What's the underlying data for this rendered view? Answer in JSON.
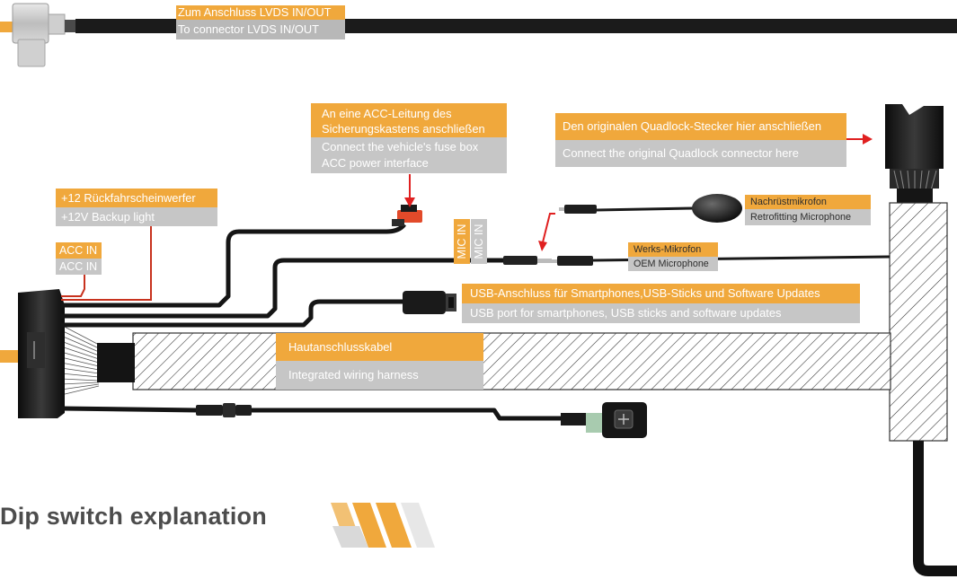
{
  "labels": {
    "lvds_de": "Zum Anschluss LVDS IN/OUT",
    "lvds_en": "To connector LVDS IN/OUT",
    "acc_fuse_de_1": "An eine ACC-Leitung des",
    "acc_fuse_de_2": "Sicherungskastens anschließen",
    "acc_fuse_en_1": "Connect the vehicle's fuse box",
    "acc_fuse_en_2": "ACC power interface",
    "quadlock_de": "Den originalen Quadlock-Stecker hier anschließen",
    "quadlock_en": "Connect the original Quadlock connector here",
    "backup_de": "+12 Rückfahrscheinwerfer",
    "backup_en": "+12V Backup light",
    "acc_in_1": "ACC IN",
    "acc_in_2": "ACC IN",
    "mic_in_1": "MIC IN",
    "mic_in_2": "MIC IN",
    "retro_mic_de": "Nachrüstmikrofon",
    "retro_mic_en": "Retrofitting Microphone",
    "oem_mic_de": "Werks-Mikrofon",
    "oem_mic_en": "OEM Microphone",
    "usb_de": "USB-Anschluss für Smartphones,USB-Sticks und Software Updates",
    "usb_en": "USB port for smartphones, USB sticks and software updates",
    "harness_de": "Hautanschlusskabel",
    "harness_en": "Integrated wiring harness",
    "dip_heading": "Dip switch explanation"
  },
  "colors": {
    "orange": "#f0a83c",
    "gray": "#c6c6c6",
    "cable": "#1a1a1a",
    "red_wire": "#c8321e",
    "arrow_red": "#e02020"
  }
}
